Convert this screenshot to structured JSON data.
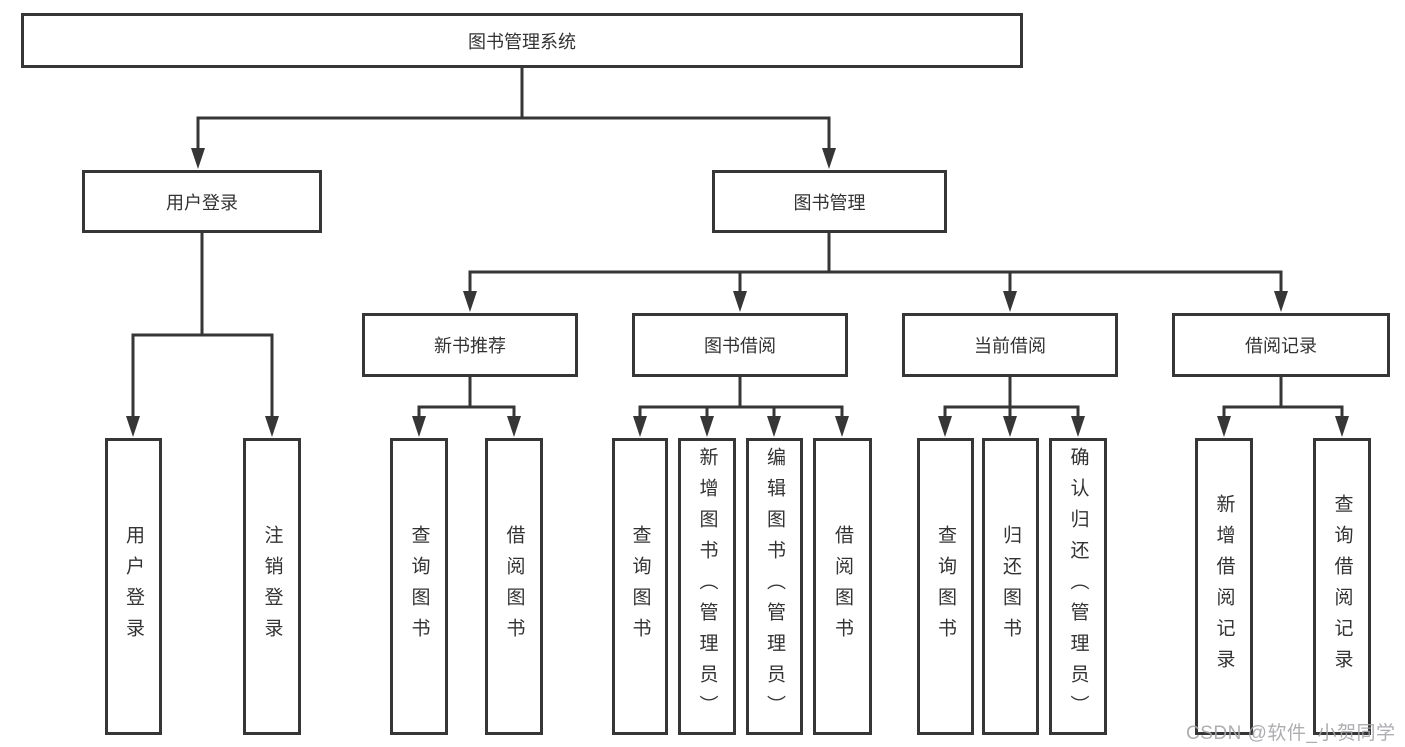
{
  "tree": {
    "label": "图书管理系统",
    "children": [
      {
        "label": "用户登录",
        "children": [
          {
            "label": "用户登录"
          },
          {
            "label": "注销登录"
          }
        ]
      },
      {
        "label": "图书管理",
        "children": [
          {
            "label": "新书推荐",
            "children": [
              {
                "label": "查询图书"
              },
              {
                "label": "借阅图书"
              }
            ]
          },
          {
            "label": "图书借阅",
            "children": [
              {
                "label": "查询图书"
              },
              {
                "label": "新增图书（管理员）"
              },
              {
                "label": "编辑图书（管理员）"
              },
              {
                "label": "借阅图书"
              }
            ]
          },
          {
            "label": "当前借阅",
            "children": [
              {
                "label": "查询图书"
              },
              {
                "label": "归还图书"
              },
              {
                "label": "确认归还（管理员）"
              }
            ]
          },
          {
            "label": "借阅记录",
            "children": [
              {
                "label": "新增借阅记录"
              },
              {
                "label": "查询借阅记录"
              }
            ]
          }
        ]
      }
    ]
  },
  "watermark": "CSDN @软件_小贺同学",
  "colors": {
    "line": "#363636",
    "text": "#333333",
    "background": "#ffffff",
    "watermark": "#a6a6aa"
  }
}
